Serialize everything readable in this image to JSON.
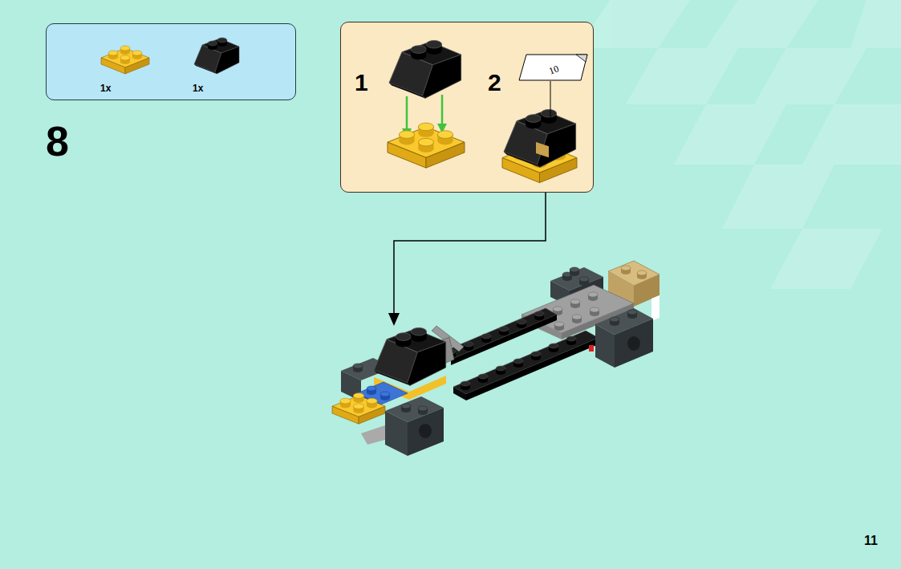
{
  "diagram": {
    "nodes": [
      {
        "text": [
          "1x",
          "1x"
        ]
      },
      {
        "text": [
          "1",
          "2"
        ]
      },
      {
        "text": [
          "10"
        ],
        "in": 1
      }
    ],
    "labels": [
      "8",
      "11"
    ]
  }
}
